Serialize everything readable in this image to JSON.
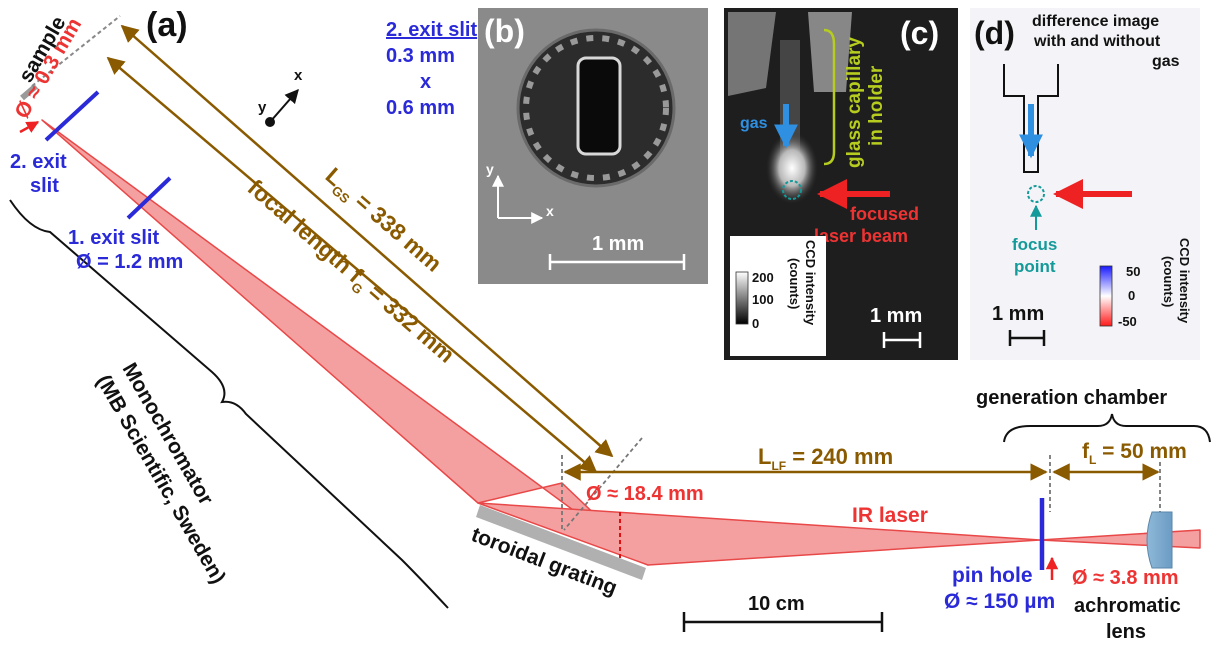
{
  "panel_labels": {
    "a": "(a)",
    "b": "(b)",
    "c": "(c)",
    "d": "(d)"
  },
  "labels": {
    "sample": "sample",
    "sample_diameter": "Ø ≈ 0.3 mm",
    "exit_slit_2a": "2. exit",
    "exit_slit_2b": "slit",
    "exit_slit_1a": "1. exit slit",
    "exit_slit_1b": "Ø = 1.2 mm",
    "monochromator_a": "Monochromator",
    "monochromator_b": "(MB Scientific, Sweden)",
    "lgs": "L",
    "lgs_sub": "GS",
    "lgs_value": " = 338 mm",
    "focal": "focal length f",
    "focal_sub": "G",
    "focal_value": " = 332 mm",
    "axis_x": "x",
    "axis_y": "y",
    "exit_slit_size_title": "2. exit slit",
    "exit_slit_size_w": "0.3 mm",
    "exit_slit_size_x": "x",
    "exit_slit_size_h": "0.6 mm",
    "toroidal_grating": "toroidal grating",
    "beam_diameter_grating": "Ø ≈ 18.4 mm",
    "llf": "L",
    "llf_sub": "LF",
    "llf_value": " = 240 mm",
    "ir_laser": "IR laser",
    "generation_chamber": "generation chamber",
    "fl": "f",
    "fl_sub": "L",
    "fl_value": " = 50 mm",
    "pin_hole_a": "pin hole",
    "pin_hole_b": "Ø ≈ 150 µm",
    "laser_diameter": "Ø ≈ 3.8 mm",
    "achromatic_a": "achromatic",
    "achromatic_b": "lens",
    "scale_10cm": "10 cm"
  },
  "panel_b": {
    "axis_y": "y",
    "axis_x": "x",
    "scale": "1 mm"
  },
  "panel_c": {
    "capillary_a": "glass capillary",
    "capillary_b": "in holder",
    "gas": "gas",
    "focused_a": "focused",
    "focused_b": "laser beam",
    "cbar_ticks": [
      "200",
      "100",
      "0"
    ],
    "cbar_label_a": "CCD intensity",
    "cbar_label_b": "(counts)",
    "scale": "1 mm"
  },
  "panel_d": {
    "title_a": "difference image",
    "title_b": "with and without",
    "title_c": "gas",
    "focus_a": "focus",
    "focus_b": "point",
    "cbar_ticks": [
      "50",
      "0",
      "-50"
    ],
    "cbar_label_a": "CCD intensity",
    "cbar_label_b": "(counts)",
    "scale": "1 mm"
  },
  "colors": {
    "beam_fill": "#f5a0a0",
    "beam_edge": "#e84848",
    "slit_blue": "#2a2ad8",
    "dim_brown": "#8a5a00",
    "red_arrow": "#ee2222",
    "capillary_lime": "#b6cc1e",
    "focus_cyan": "#159a9a",
    "grating_gray": "#b0b0b0"
  }
}
